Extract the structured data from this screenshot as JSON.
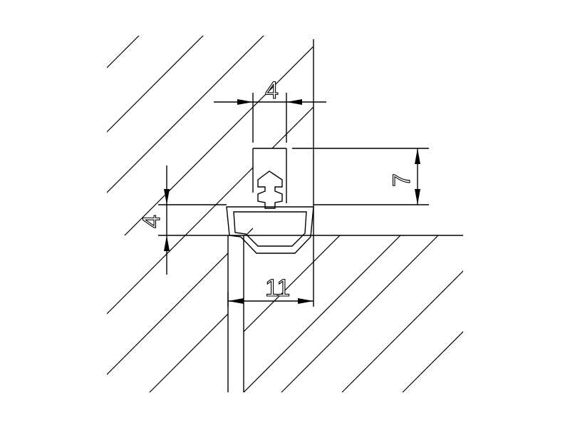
{
  "dimensions": {
    "top_width": "4",
    "right_height": "7",
    "left_height": "4",
    "bottom_width": "11"
  },
  "colors": {
    "line": "#000000",
    "background": "#ffffff"
  }
}
